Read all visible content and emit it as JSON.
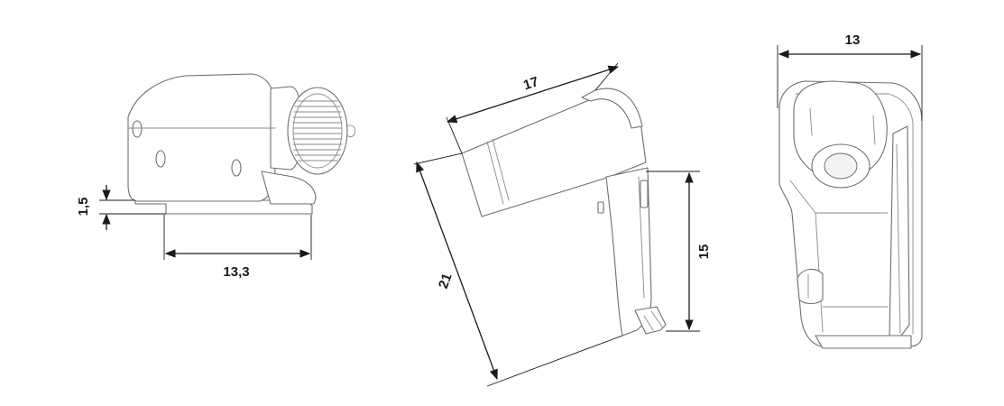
{
  "views": {
    "side": {
      "base_height_label": "1,5",
      "base_width_label": "13,3"
    },
    "angled": {
      "top_length_label": "17",
      "diagonal_length_label": "21",
      "vertical_height_label": "15"
    },
    "front": {
      "width_label": "13"
    }
  },
  "colors": {
    "line": "#6e6e6e",
    "dimension": "#1a1a1a",
    "background": "#ffffff"
  }
}
